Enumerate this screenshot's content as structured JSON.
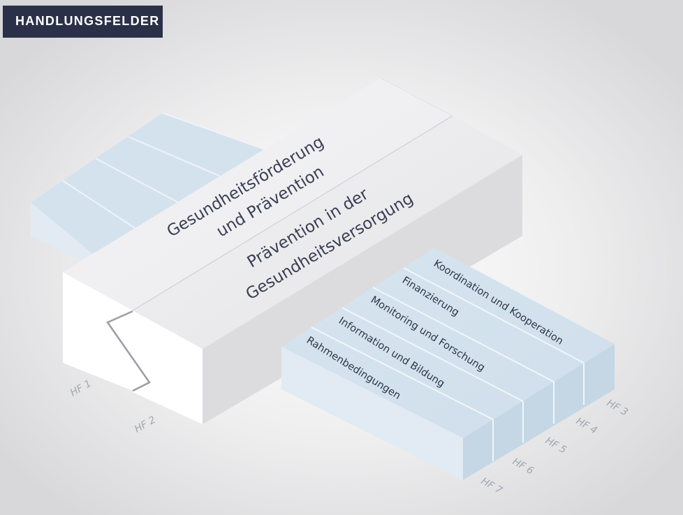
{
  "header": {
    "title": "HANDLUNGSFELDER"
  },
  "blocks": {
    "hf1": {
      "tag": "HF 1",
      "label_line1": "Gesundheitsförderung",
      "label_line2": "und Prävention"
    },
    "hf2": {
      "tag": "HF 2",
      "label_line1": "Prävention in der",
      "label_line2": "Gesundheitsversorgung"
    }
  },
  "strips": [
    {
      "tag": "HF 3",
      "label": "Koordination und Kooperation"
    },
    {
      "tag": "HF 4",
      "label": "Finanzierung"
    },
    {
      "tag": "HF 5",
      "label": "Monitoring und Forschung"
    },
    {
      "tag": "HF 6",
      "label": "Information und Bildung"
    },
    {
      "tag": "HF 7",
      "label": "Rahmenbedingungen"
    }
  ],
  "colors": {
    "header_bg": "#2a3048",
    "header_text": "#ffffff",
    "block_light": "#f1f1f3",
    "block_front": "#ffffff",
    "strip_top": "#d3e2ee",
    "strip_front": "#e2ebf4",
    "strip_side": "#c6d8e6",
    "tag_text": "#a2a6ad"
  }
}
